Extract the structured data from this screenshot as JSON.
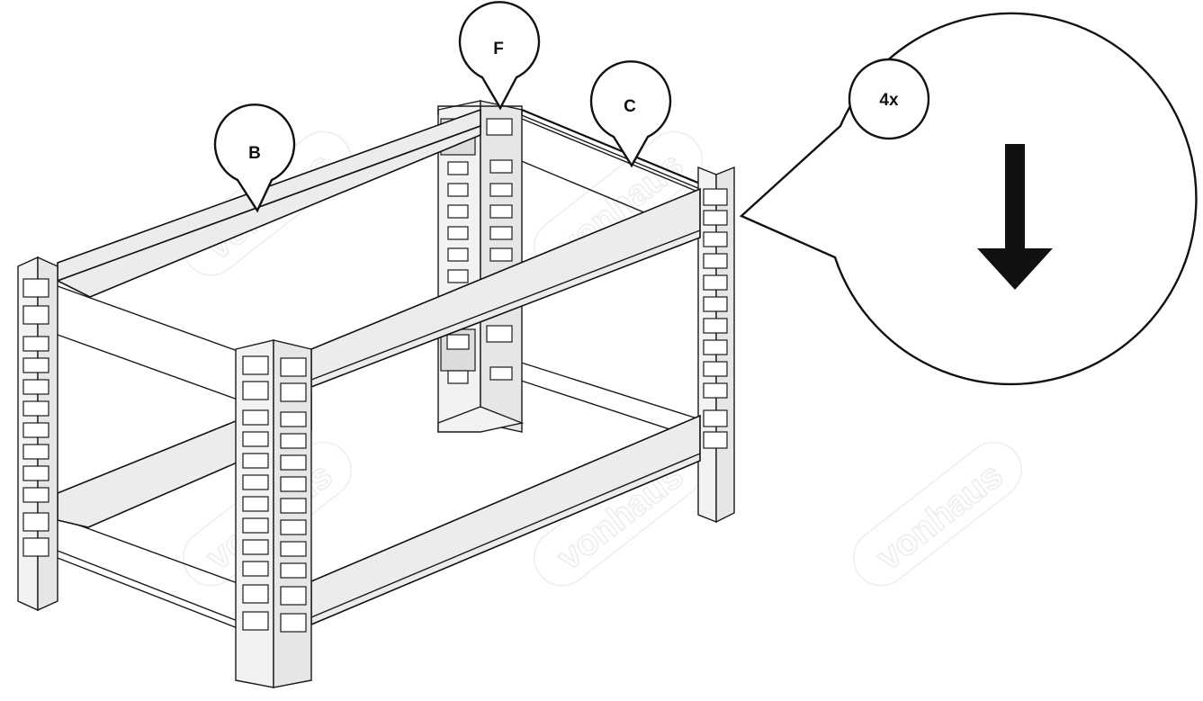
{
  "callouts": {
    "b": "B",
    "f": "F",
    "c": "C",
    "count": "4x"
  },
  "watermark": "vonhaus",
  "icons": {
    "arrow": "down-arrow-icon"
  }
}
